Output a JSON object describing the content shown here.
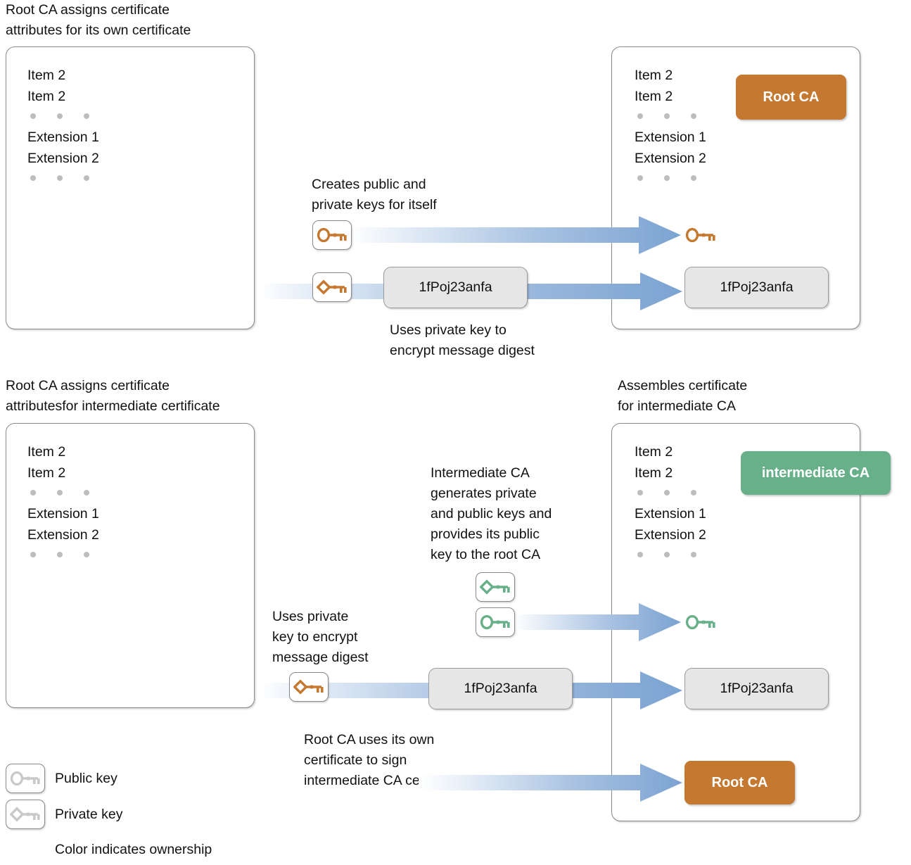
{
  "colors": {
    "root_ca": "#C5782F",
    "intermediate_ca": "#67B089",
    "key_gray": "#c9c9c9",
    "arrow_blue": "#7fa6d4",
    "arrow_blue_dark": "#6f9bd1",
    "panel_border": "#8a8a8a",
    "dot_gray": "#bdbdbd",
    "digest_bg": "#e6e6e6"
  },
  "sections": [
    {
      "id": "root-self-signed",
      "left_caption": "Root CA assigns certificate\nattributes for its own certificate",
      "right_caption": "",
      "left_cert": {
        "lines_top": [
          "Item 2",
          "Item 2"
        ],
        "lines_mid": [
          "Extension 1",
          "Extension 2"
        ]
      },
      "right_cert": {
        "lines_top": [
          "Item 2",
          "Item 2"
        ],
        "lines_mid": [
          "Extension 1",
          "Extension 2"
        ],
        "badge": "Root CA",
        "badge_color": "#C5782F"
      },
      "annotations": [
        {
          "id": "creates-keys",
          "text": "Creates public and\nprivate keys for itself"
        },
        {
          "id": "uses-private-key",
          "text": "Uses private key to\nencrypt message digest"
        }
      ],
      "keys": [
        {
          "id": "root-public-key-source",
          "type": "public",
          "color": "#C5782F",
          "boxed": true
        },
        {
          "id": "root-public-key-dest",
          "type": "public",
          "color": "#C5782F",
          "boxed": false
        },
        {
          "id": "root-private-key",
          "type": "private",
          "color": "#C5782F",
          "boxed": true
        }
      ],
      "digests": [
        {
          "id": "digest-source",
          "text": "1fPoj23anfa"
        },
        {
          "id": "digest-dest",
          "text": "1fPoj23anfa"
        }
      ]
    },
    {
      "id": "intermediate-signing",
      "left_caption": "Root CA assigns certificate\nattributesfor intermediate certificate",
      "right_caption": "Assembles certificate\nfor intermediate CA",
      "left_cert": {
        "lines_top": [
          "Item 2",
          "Item 2"
        ],
        "lines_mid": [
          "Extension 1",
          "Extension 2"
        ]
      },
      "right_cert": {
        "lines_top": [
          "Item 2",
          "Item 2"
        ],
        "lines_mid": [
          "Extension 1",
          "Extension 2"
        ],
        "badge": "intermediate CA",
        "badge_color": "#67B089"
      },
      "annotations": [
        {
          "id": "intermediate-generates",
          "text": "Intermediate CA\ngenerates private\nand public keys and\nprovides its public\nkey to the root CA"
        },
        {
          "id": "uses-private-key-2",
          "text": "Uses private\nkey to encrypt\nmessage digest"
        },
        {
          "id": "root-signs",
          "text": "Root CA uses its own\ncertificate to sign\nintermediate CA certificate"
        }
      ],
      "keys": [
        {
          "id": "inter-private-key",
          "type": "private",
          "color": "#67B089",
          "boxed": true
        },
        {
          "id": "inter-public-key-source",
          "type": "public",
          "color": "#67B089",
          "boxed": true
        },
        {
          "id": "inter-public-key-dest",
          "type": "public",
          "color": "#67B089",
          "boxed": false
        },
        {
          "id": "root-private-key-2",
          "type": "private",
          "color": "#C5782F",
          "boxed": true
        }
      ],
      "digests": [
        {
          "id": "digest-source-2",
          "text": "1fPoj23anfa"
        },
        {
          "id": "digest-dest-2",
          "text": "1fPoj23anfa"
        }
      ],
      "signing_badge": {
        "text": "Root CA",
        "color": "#C5782F"
      }
    }
  ],
  "legend": {
    "items": [
      {
        "id": "public-key",
        "type": "public",
        "label": "Public key"
      },
      {
        "id": "private-key",
        "type": "private",
        "label": "Private key"
      }
    ],
    "footnote": "Color indicates ownership"
  }
}
